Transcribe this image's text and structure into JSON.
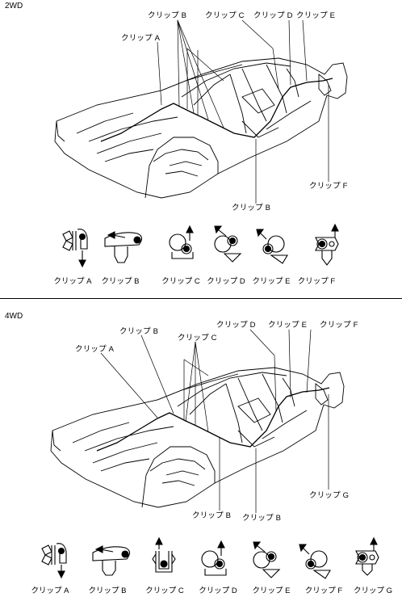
{
  "sections": [
    {
      "title": "2WD",
      "callouts": {
        "a": "クリップ A",
        "b_top": "クリップ B",
        "c": "クリップ C",
        "d": "クリップ D",
        "e": "クリップ E",
        "f": "クリップ F",
        "b_bottom": "クリップ B"
      },
      "clip_labels": [
        "クリップ A",
        "クリップ B",
        "クリップ C",
        "クリップ D",
        "クリップ E",
        "クリップ F"
      ]
    },
    {
      "title": "4WD",
      "callouts": {
        "a": "クリップ A",
        "b_top": "クリップ B",
        "c": "クリップ C",
        "d": "クリップ D",
        "e": "クリップ E",
        "f": "クリップ F",
        "g": "クリップ G",
        "b_bottom1": "クリップ B",
        "b_bottom2": "クリップ B"
      },
      "clip_labels": [
        "クリップ A",
        "クリップ B",
        "クリップ C",
        "クリップ D",
        "クリップ E",
        "クリップ F",
        "クリップ G"
      ]
    }
  ]
}
